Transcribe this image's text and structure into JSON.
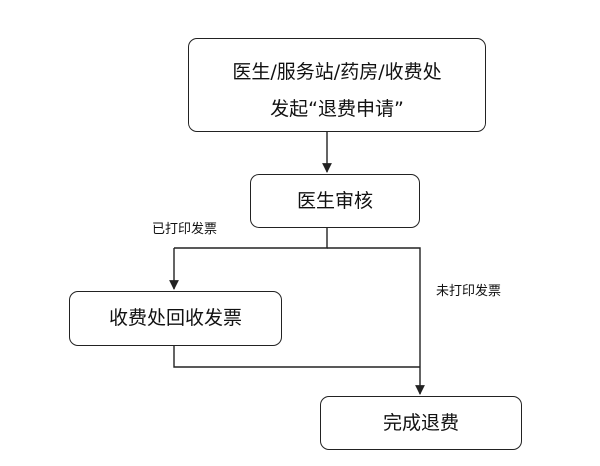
{
  "nodes": {
    "start": {
      "line1": "医生/服务站/药房/收费处",
      "line2": "发起“退费申请”"
    },
    "review": "医生审核",
    "recover": "收费处回收发票",
    "done": "完成退费"
  },
  "edge_labels": {
    "printed": "已打印发票",
    "unprinted": "未打印发票"
  },
  "colors": {
    "line": "#222222",
    "text": "#111111",
    "background": "#ffffff"
  }
}
